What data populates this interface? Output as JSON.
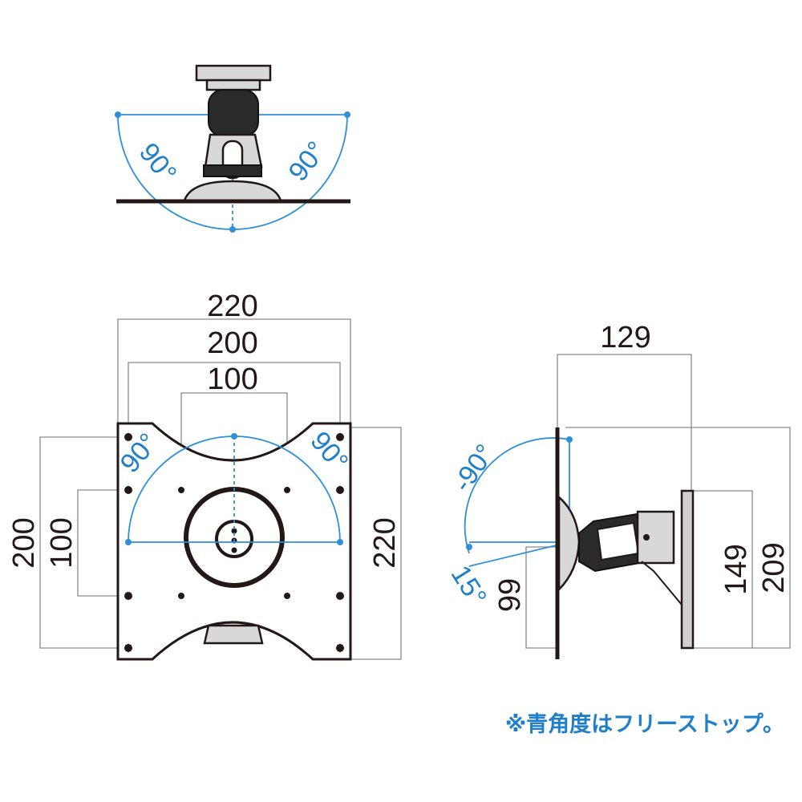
{
  "top_view": {
    "angle_left": "90°",
    "angle_right": "90°"
  },
  "front_view": {
    "width_outer": "220",
    "width_mid": "200",
    "width_inner": "100",
    "height_left_outer": "200",
    "height_left_inner": "100",
    "height_right": "220",
    "angle_left": "90°",
    "angle_right": "90°"
  },
  "side_view": {
    "depth": "129",
    "angle_up": "-90°",
    "angle_down": "15°",
    "height_99": "99",
    "height_149": "149",
    "height_209": "209"
  },
  "footnote": "※青角度はフリーストップ。",
  "colors": {
    "line": "#231815",
    "accent": "#1f7fc8",
    "dimension": "#8a8a8a"
  }
}
